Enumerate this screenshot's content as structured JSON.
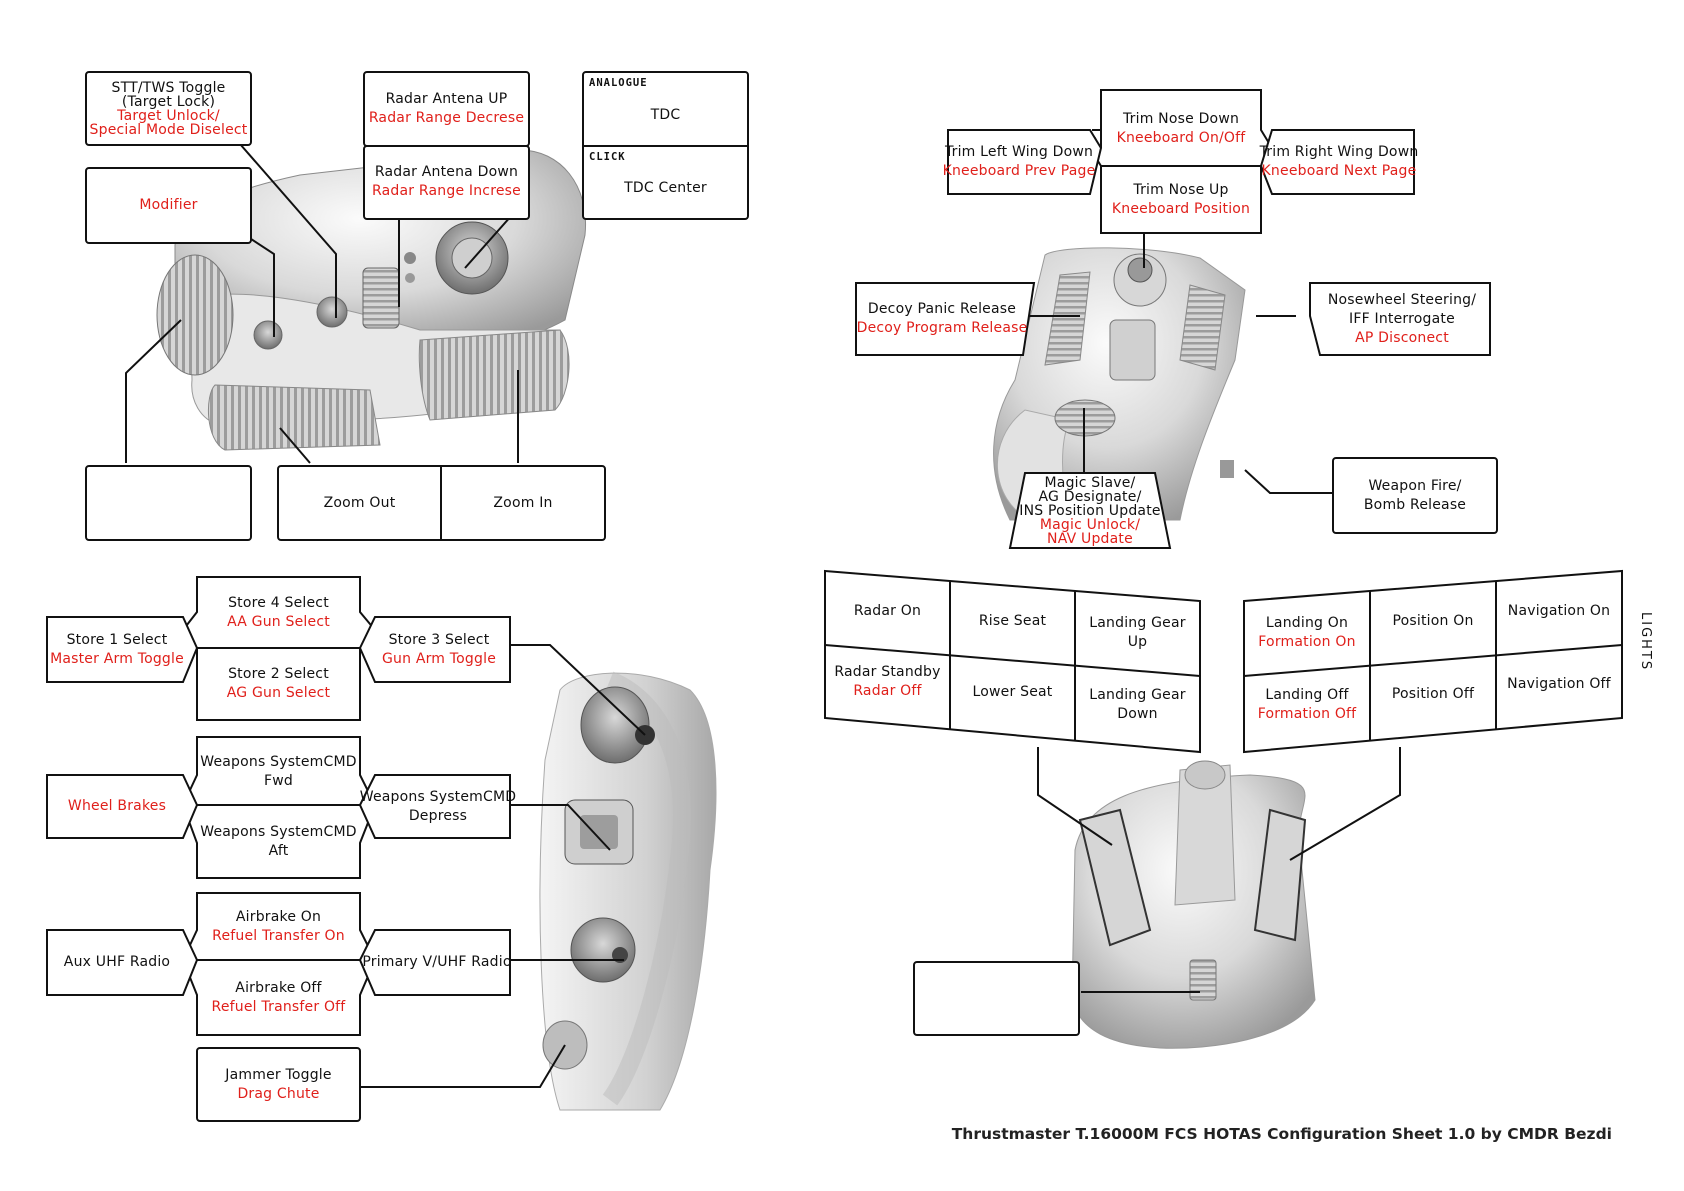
{
  "footer": "Thrustmaster T.16000M FCS HOTAS Configuration Sheet 1.0 by CMDR Bezdi",
  "colors": {
    "primary": "#111111",
    "secondary": "#e0201b",
    "line": "#111111"
  },
  "throttle_top": {
    "stt": {
      "line1": "STT/TWS Toggle",
      "line2": "(Target Lock)",
      "red1": "Target Unlock/",
      "red2": "Special Mode Diselect"
    },
    "modifier": {
      "red": "Modifier"
    },
    "radar_up": {
      "black": "Radar Antena UP",
      "red": "Radar Range Decrese"
    },
    "radar_down": {
      "black": "Radar Antena Down",
      "red": "Radar Range Increse"
    },
    "tdc": {
      "analogue_caption": "ANALOGUE",
      "analogue": "TDC",
      "click_caption": "CLICK",
      "click": "TDC Center"
    },
    "zoom_out": "Zoom Out",
    "zoom_in": "Zoom In"
  },
  "stick_top": {
    "trim_nose_down": {
      "black": "Trim Nose Down",
      "red": "Kneeboard On/Off"
    },
    "trim_left": {
      "black": "Trim Left Wing Down",
      "red": "Kneeboard Prev Page"
    },
    "trim_right": {
      "black": "Trim Right Wing Down",
      "red": "Kneeboard Next Page"
    },
    "trim_nose_up": {
      "black": "Trim Nose Up",
      "red": "Kneeboard Position"
    },
    "decoy": {
      "black": "Decoy Panic Release",
      "red": "Decoy Program Release"
    },
    "nosewheel": {
      "black1": "Nosewheel Steering/",
      "black2": "IFF Interrogate",
      "red": "AP Disconect"
    },
    "weapon_fire": {
      "line1": "Weapon Fire/",
      "line2": "Bomb Release"
    },
    "magic": {
      "line1": "Magic Slave/",
      "line2": "AG Designate/",
      "line3": "INS Position Update",
      "red1": "Magic Unlock/",
      "red2": "NAV Update"
    }
  },
  "throttle_side": {
    "store4": {
      "black": "Store 4 Select",
      "red": "AA Gun Select"
    },
    "store1": {
      "black": "Store 1 Select",
      "red": "Master Arm Toggle"
    },
    "store3": {
      "black": "Store 3 Select",
      "red": "Gun Arm Toggle"
    },
    "store2": {
      "black": "Store 2 Select",
      "red": "AG Gun Select"
    },
    "wcmd_fwd": {
      "line1": "Weapons SystemCMD",
      "line2": "Fwd"
    },
    "wheel_brakes": {
      "red": "Wheel Brakes"
    },
    "wcmd_depress": {
      "line1": "Weapons SystemCMD",
      "line2": "Depress"
    },
    "wcmd_aft": {
      "line1": "Weapons SystemCMD",
      "line2": "Aft"
    },
    "airbrake_on": {
      "black": "Airbrake On",
      "red": "Refuel Transfer On"
    },
    "aux_uhf": "Aux UHF Radio",
    "primary_uhf": "Primary V/UHF Radio",
    "airbrake_off": {
      "black": "Airbrake Off",
      "red": "Refuel Transfer Off"
    },
    "jammer": {
      "black": "Jammer Toggle",
      "red": "Drag Chute"
    }
  },
  "base": {
    "left_panel": {
      "radar_on": "Radar On",
      "rise_seat": "Rise Seat",
      "gear_up": {
        "line1": "Landing Gear",
        "line2": "Up"
      },
      "radar_standby": {
        "black": "Radar Standby",
        "red": "Radar Off"
      },
      "lower_seat": "Lower Seat",
      "gear_down": {
        "line1": "Landing Gear",
        "line2": "Down"
      }
    },
    "right_panel": {
      "landing_on": {
        "black": "Landing On",
        "red": "Formation On"
      },
      "position_on": "Position On",
      "nav_on": "Navigation On",
      "landing_off": {
        "black": "Landing Off",
        "red": "Formation Off"
      },
      "position_off": "Position Off",
      "nav_off": "Navigation Off"
    },
    "lights_label": "LIGHTS"
  }
}
